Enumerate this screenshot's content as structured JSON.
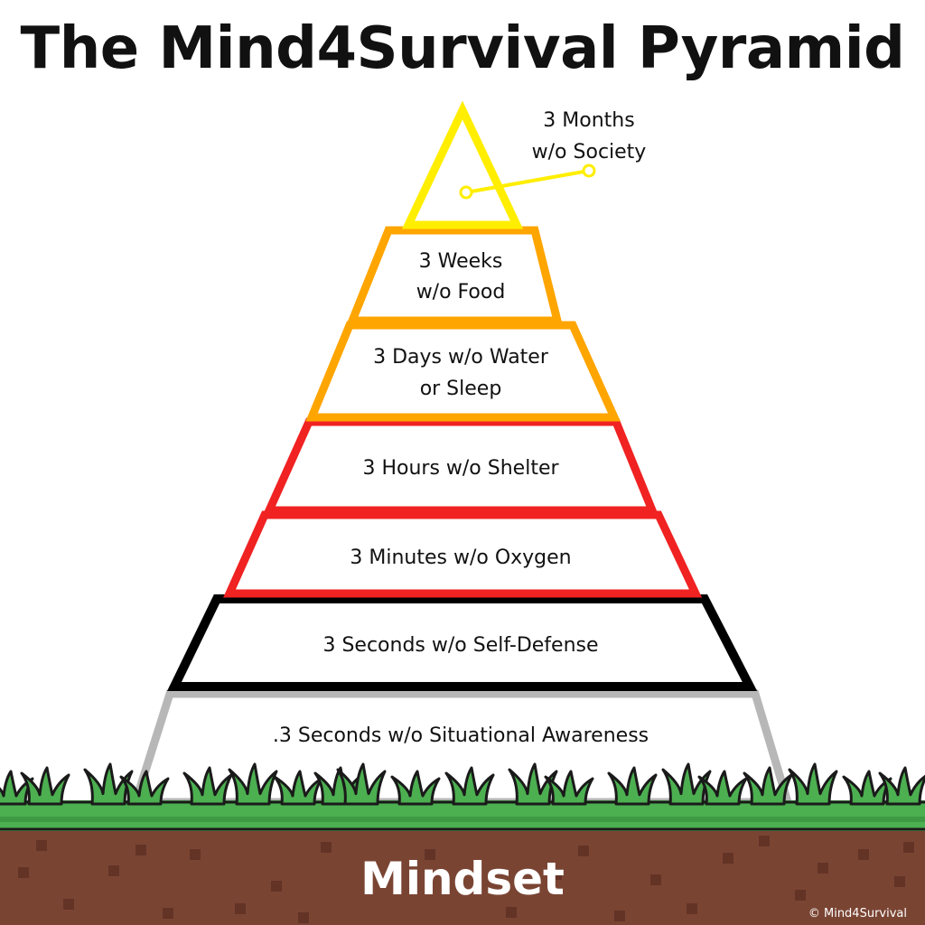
{
  "title": "The Mind4Survival Pyramid",
  "tiers": [
    {
      "line1": "3 Months",
      "line2": "w/o Society",
      "color": "#ffee00"
    },
    {
      "line1": "3 Weeks",
      "line2": "w/o Food",
      "color": "#ffa500"
    },
    {
      "line1": "3 Days w/o Water",
      "line2": "or Sleep",
      "color": "#ffa500"
    },
    {
      "line1": "3 Hours w/o Shelter",
      "line2": "",
      "color": "#f02222"
    },
    {
      "line1": "3 Minutes w/o Oxygen",
      "line2": "",
      "color": "#f02222"
    },
    {
      "line1": "3 Seconds w/o Self-Defense",
      "line2": "",
      "color": "#000000"
    },
    {
      "line1": ".3 Seconds w/o Situational Awareness",
      "line2": "",
      "color": "#b7b7b7"
    }
  ],
  "foundation": {
    "label": "Mindset",
    "grass_color": "#4caf50",
    "soil_color": "#7a4433"
  },
  "copyright": "© Mind4Survival"
}
